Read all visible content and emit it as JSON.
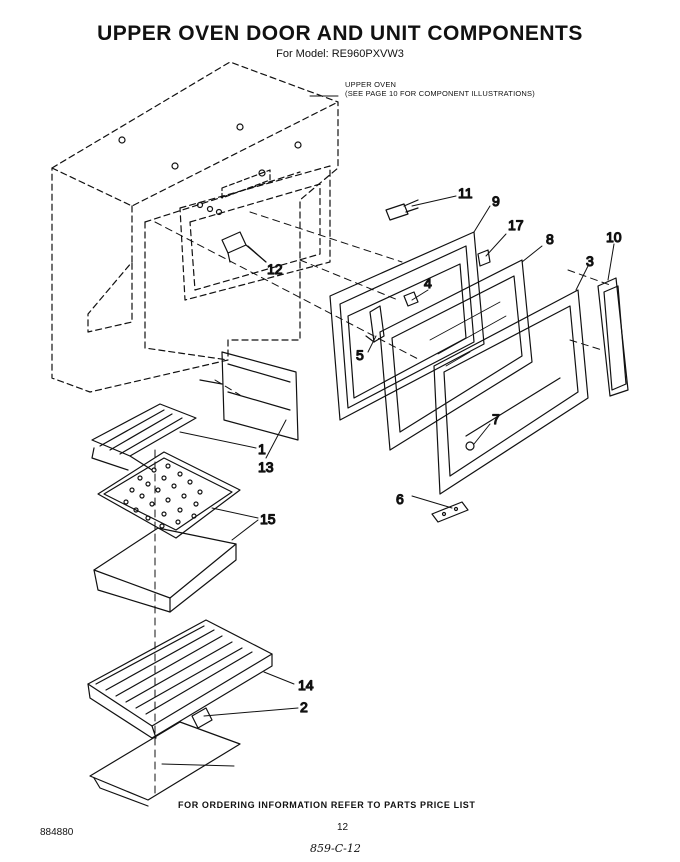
{
  "header": {
    "title": "UPPER OVEN DOOR AND UNIT COMPONENTS",
    "model": "For Model: RE960PXVW3"
  },
  "note": {
    "line1": "UPPER OVEN",
    "line2": "(SEE PAGE 10 FOR COMPONENT ILLUSTRATIONS)"
  },
  "callouts": {
    "c11": "11",
    "c9": "9",
    "c17": "17",
    "c8": "8",
    "c10": "10",
    "c3": "3",
    "c12": "12",
    "c4": "4",
    "c5": "5",
    "c1": "1",
    "c13": "13",
    "c7": "7",
    "c6": "6",
    "c15": "15",
    "c14": "14",
    "c2": "2"
  },
  "footer": {
    "ordering": "FOR ORDERING INFORMATION REFER TO PARTS PRICE LIST",
    "ref": "884880",
    "page": "12",
    "handwritten": "859-C-12"
  }
}
